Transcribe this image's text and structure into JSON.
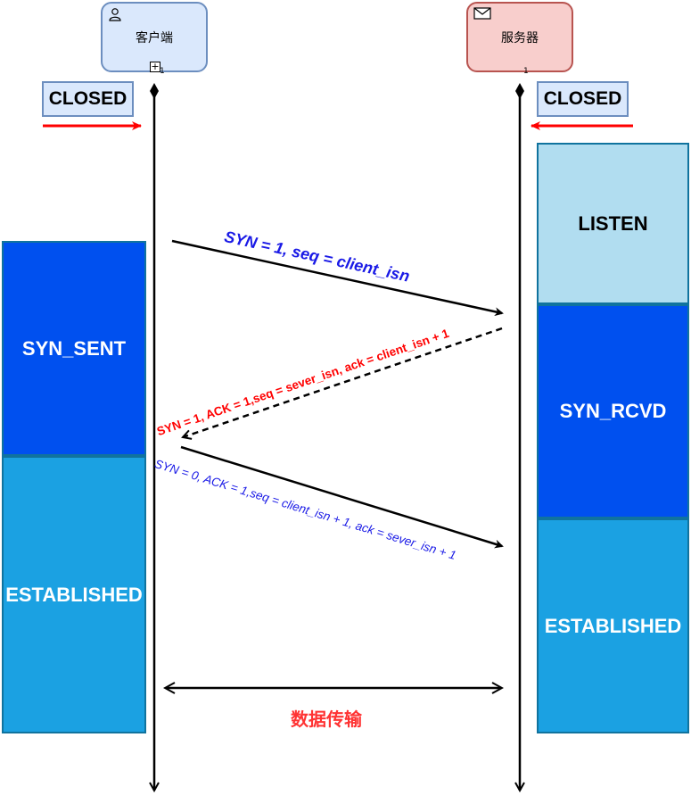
{
  "actors": {
    "client": {
      "label": "客户端",
      "icon": "user-icon",
      "badge": "1"
    },
    "server": {
      "label": "服务器",
      "icon": "envelope-icon",
      "badge": "1"
    }
  },
  "states": {
    "client_closed": "CLOSED",
    "server_closed": "CLOSED",
    "server_listen": "LISTEN",
    "client_syn_sent": "SYN_SENT",
    "server_syn_rcvd": "SYN_RCVD",
    "client_established": "ESTABLISHED",
    "server_established": "ESTABLISHED"
  },
  "messages": {
    "syn": "SYN = 1, seq = client_isn",
    "syn_ack": "SYN = 1,  ACK = 1,seq =  sever_isn,  ack = client_isn + 1",
    "ack": "SYN = 0,  ACK = 1,seq = client_isn + 1,  ack = sever_isn + 1"
  },
  "data_transfer": "数据传输",
  "colors": {
    "blue_text": "#1a1ae6",
    "red_text": "#ff3333",
    "red_arrow": "#ff0000",
    "listen_fill": "#b1ddf0",
    "syn_fill": "#0050ef",
    "established_fill": "#1ba1e2"
  }
}
